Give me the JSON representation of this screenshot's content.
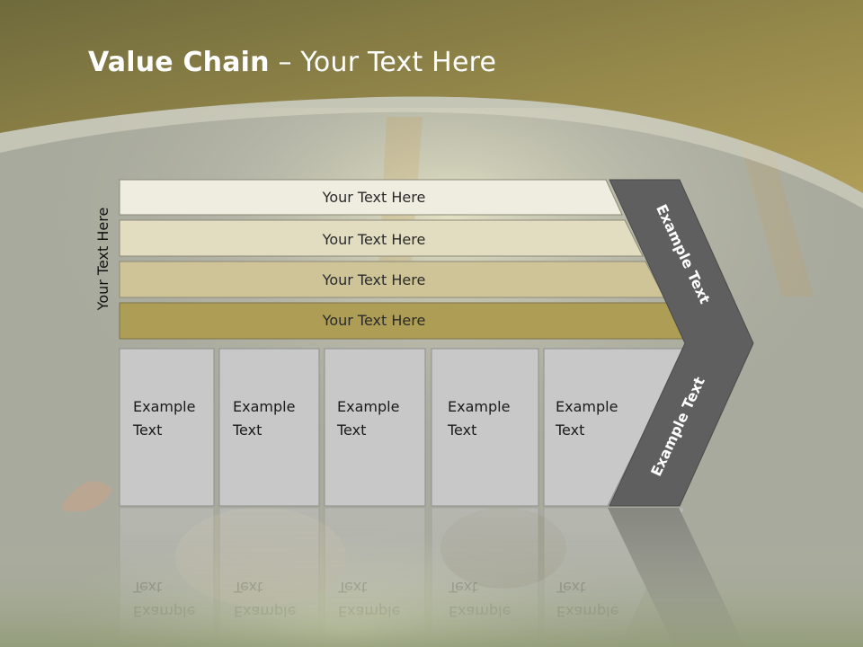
{
  "slide": {
    "title_bold": "Value Chain",
    "title_rest": " – Your Text Here",
    "side_label": "Your Text Here"
  },
  "bars": [
    {
      "label": "Your Text Here",
      "color": "#efece0"
    },
    {
      "label": "Your Text Here",
      "color": "#e2dcc0"
    },
    {
      "label": "Your Text Here",
      "color": "#cfc498"
    },
    {
      "label": "Your Text Here",
      "color": "#ad9d55"
    }
  ],
  "boxes": [
    {
      "line1": "Example",
      "line2": "Text"
    },
    {
      "line1": "Example",
      "line2": "Text"
    },
    {
      "line1": "Example",
      "line2": "Text"
    },
    {
      "line1": "Example",
      "line2": "Text"
    },
    {
      "line1": "Example",
      "line2": "Text"
    }
  ],
  "chevron": {
    "upper_label": "Example Text",
    "lower_label": "Example Text",
    "color": "#5f5f5f"
  },
  "colors": {
    "header_gold": "#a8964f",
    "box_fill": "#c8c8c8"
  }
}
